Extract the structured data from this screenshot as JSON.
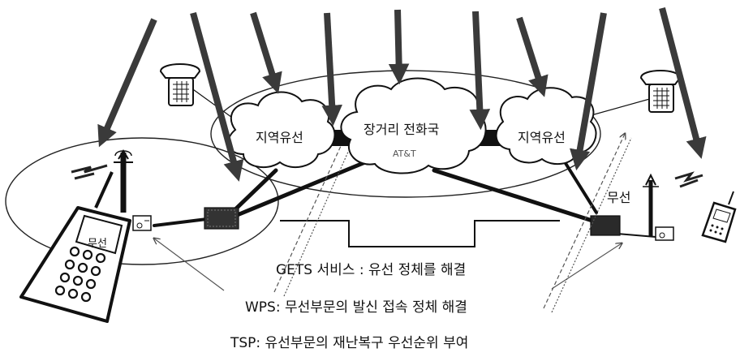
{
  "clouds": {
    "left": "지역유선",
    "center": "장거리  전화국",
    "center_sub": "AT&T",
    "right": "지역유선"
  },
  "wireless_label": "무선",
  "handset_label": "무선",
  "lines": {
    "gets": "GETS 서비스 : 유선  정체를  해결",
    "wps": "WPS:  무선부문의  발신  접속  정체  해결",
    "tsp": "TSP:  유선부문의     재난복구  우선순위  부여"
  },
  "icons": [
    "telephone-icon",
    "cell-tower-icon",
    "mobile-phone-icon",
    "switch-box-icon",
    "arrow-icon"
  ],
  "colors": {
    "ink": "#111111",
    "arrow": "#3a3a3a",
    "switch": "#2a2a2a"
  }
}
